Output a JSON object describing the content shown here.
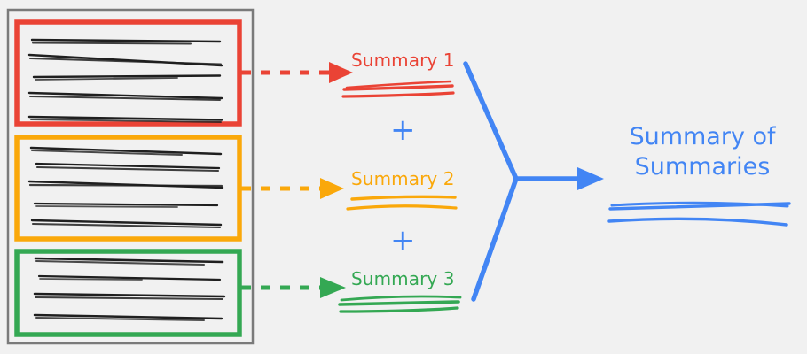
{
  "diagram": {
    "title_text": "Summary of Summaries",
    "description": "Hierarchical summarization diagram: a document with three color-coded sections each produce a summary, which are combined into a summary of summaries.",
    "background_color": "#f1f1f1"
  },
  "document_panel": {
    "name": "source-document",
    "border_color": "#7a7a7a",
    "sections": [
      {
        "id": "section-1",
        "color": "#ea4335",
        "color_name": "red",
        "text_line_count": 5,
        "arrow_label": "to-summary-1"
      },
      {
        "id": "section-2",
        "color": "#faa80a",
        "color_name": "orange",
        "text_line_count": 5,
        "arrow_label": "to-summary-2"
      },
      {
        "id": "section-3",
        "color": "#34a853",
        "color_name": "green",
        "text_line_count": 4,
        "arrow_label": "to-summary-3"
      }
    ]
  },
  "summaries": [
    {
      "label": "Summary 1",
      "color": "#ea4335",
      "squiggle_line_count": 3
    },
    {
      "label": "Summary 2",
      "color": "#faa80a",
      "squiggle_line_count": 2
    },
    {
      "label": "Summary 3",
      "color": "#34a853",
      "squiggle_line_count": 3
    }
  ],
  "operators": [
    {
      "symbol": "+",
      "color": "#4285f4"
    },
    {
      "symbol": "+",
      "color": "#4285f4"
    }
  ],
  "final_output": {
    "title": "Summary of Summaries",
    "color": "#4285f4",
    "squiggle_line_count": 3
  },
  "connectors": {
    "dashed_arrow_color_1": "#ea4335",
    "dashed_arrow_color_2": "#faa80a",
    "dashed_arrow_color_3": "#34a853",
    "merge_arrow_color": "#4285f4"
  },
  "colors": {
    "red": "#ea4335",
    "orange": "#faa80a",
    "green": "#34a853",
    "blue": "#4285f4",
    "ink": "#1f1f1f",
    "frame_gray": "#7a7a7a",
    "background": "#f1f1f1"
  }
}
